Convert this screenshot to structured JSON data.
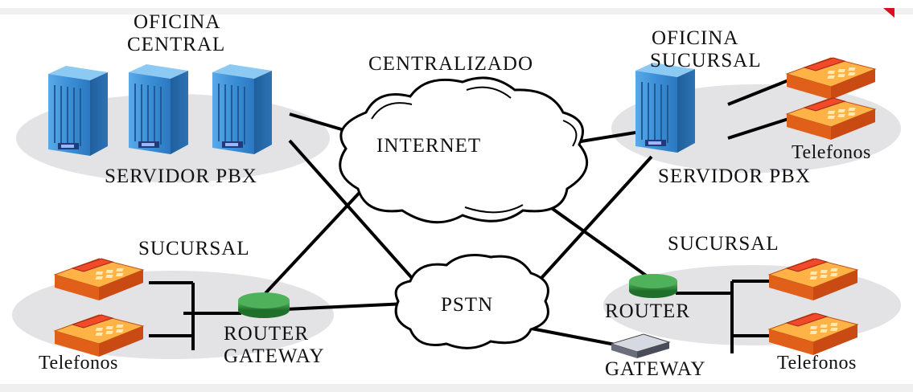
{
  "colors": {
    "server_blue": "#3b8fd6",
    "server_dark": "#1f5f9c",
    "router_green": "#2e8b3a",
    "phone_orange": "#f28c1c",
    "phone_red": "#d9381e",
    "ellipse_gray": "#e3e3e6",
    "line_black": "#000000",
    "corner_red": "#d8101e"
  },
  "labels": {
    "central_office": "OFICINA\nCENTRAL",
    "central_office_line1": "OFICINA",
    "central_office_line2": "CENTRAL",
    "branch_office_line1": "OFICINA",
    "branch_office_line2": "SUCURSAL",
    "centralized": "CENTRALIZADO",
    "internet": "INTERNET",
    "pstn": "PSTN",
    "pbx_server_left": "SERVIDOR PBX",
    "pbx_server_right": "SERVIDOR PBX",
    "branch_left": "SUCURSAL",
    "branch_right": "SUCURSAL",
    "router_gateway_line1": "ROUTER",
    "router_gateway_line2": "GATEWAY",
    "router_right": "ROUTER",
    "gateway_right": "GATEWAY",
    "phones_top_right": "Telefonos",
    "phones_bottom_left": "Telefonos",
    "phones_bottom_right": "Telefonos"
  },
  "icons": [
    "server-icon",
    "cloud-icon",
    "router-icon",
    "gateway-icon",
    "phone-icon"
  ]
}
